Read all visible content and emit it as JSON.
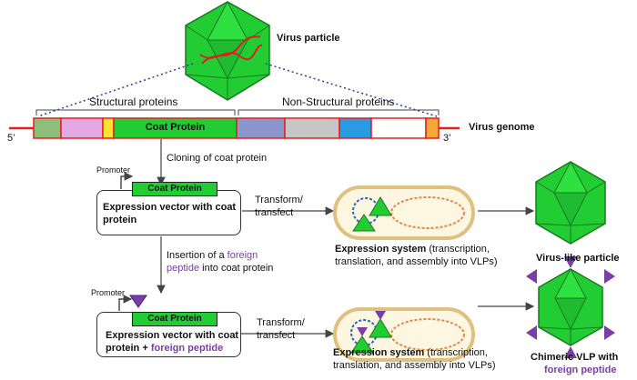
{
  "virus_particle_label": "Virus particle",
  "structural_label": "Structural proteins",
  "nonstructural_label": "Non-Structural proteins",
  "coat_protein_label": "Coat Protein",
  "five_prime": "5’",
  "three_prime": "3’",
  "virus_genome_label": "Virus genome",
  "step1": "Cloning of coat protein",
  "promoter_label": "Promoter",
  "vector1_line1": "Expression vector with coat",
  "vector1_line2": "protein",
  "transform_line1": "Transform/",
  "transform_line2": "transfect",
  "expr_title": "Expression system",
  "expr_rest_line1": " (transcription,",
  "expr_line2": "translation, and assembly into VLPs)",
  "vlp_label": "Virus-like particle",
  "step2_line1_a": "Insertion of a ",
  "step2_line1_b": "foreign",
  "step2_line2_a": "peptide",
  "step2_line2_b": " into coat protein",
  "vector2_line1": "Expression vector with coat",
  "vector2_line2_a": "protein + ",
  "vector2_line2_b": "foreign peptide",
  "chimeric_line1": "Chimeric VLP with",
  "chimeric_line2": "foreign peptide",
  "colors": {
    "virus_green": "#22cc33",
    "genome_red": "#e0201e",
    "peptide_purple": "#7a3fa6",
    "cell_border": "#e0c080"
  }
}
